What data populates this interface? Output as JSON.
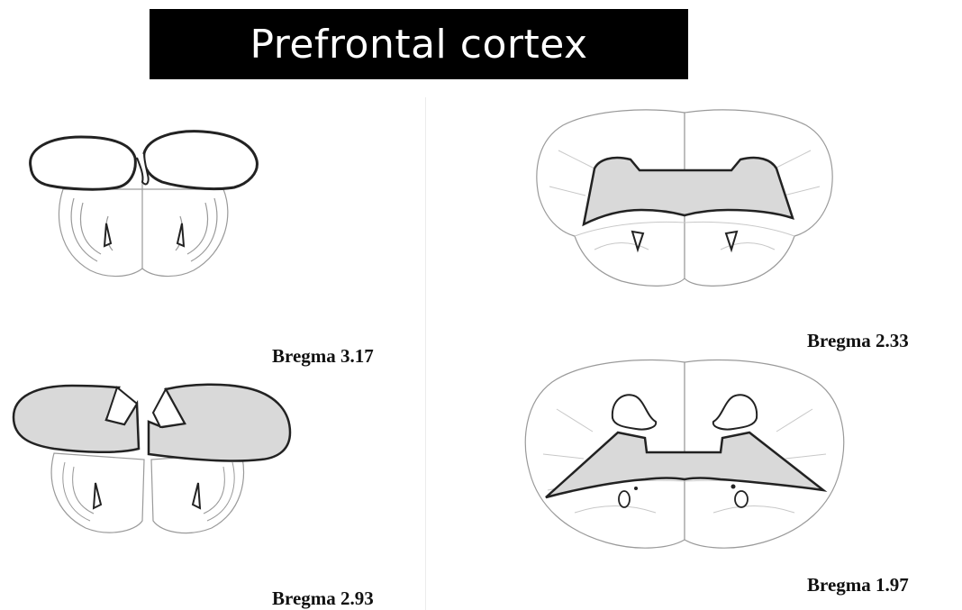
{
  "title": "Prefrontal cortex",
  "sections": [
    {
      "label": "Bregma 3.17"
    },
    {
      "label": "Bregma 2.93"
    },
    {
      "label": "Bregma 2.33"
    },
    {
      "label": "Bregma 1.97"
    }
  ],
  "colors": {
    "title_bg": "#000000",
    "title_text": "#ffffff",
    "shaded_region": "#d9d9d9",
    "outline": "#222222",
    "thin_line": "#9a9a9a"
  }
}
